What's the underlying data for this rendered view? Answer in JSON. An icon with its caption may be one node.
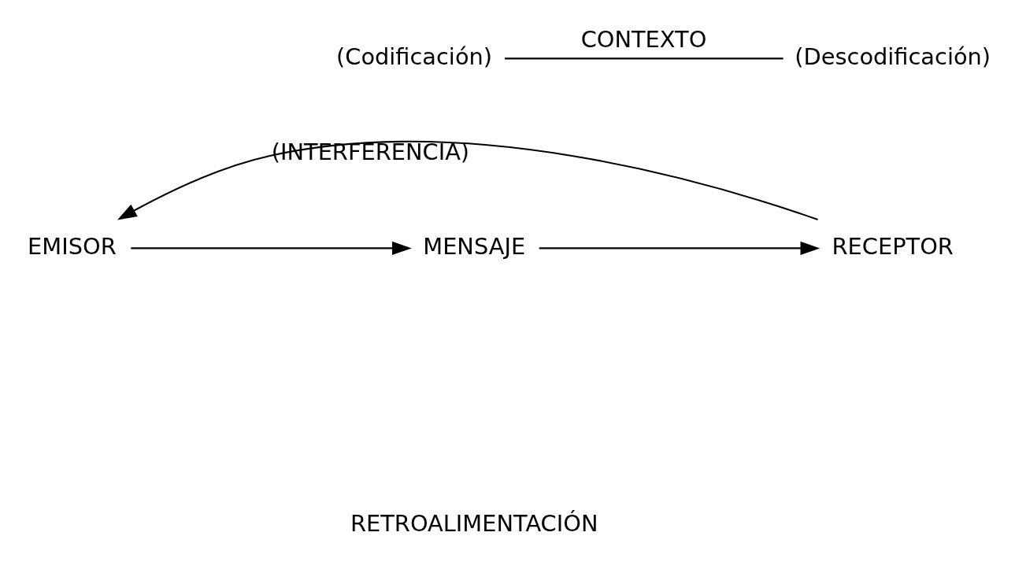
{
  "diagram": {
    "nodes": [
      {
        "text": [
          "EMISOR"
        ]
      },
      {
        "text": [
          "MENSAJE"
        ]
      },
      {
        "text": [
          "RECEPTOR"
        ]
      },
      {
        "text": [
          "(Codificación)"
        ]
      },
      {
        "text": [
          "(Descodificación)"
        ]
      }
    ],
    "edges": [
      {
        "from": 0,
        "to": 1,
        "arrow": "to"
      },
      {
        "from": 1,
        "to": 2,
        "arrow": "to"
      },
      {
        "from": 3,
        "to": 4,
        "arrow": "none",
        "label": "CONTEXTO"
      },
      {
        "from": 2,
        "to": 0,
        "arrow": "to",
        "label": "(INTERFERENCIA)"
      }
    ],
    "labels": [
      "RETROALIMENTACIÓN"
    ]
  }
}
